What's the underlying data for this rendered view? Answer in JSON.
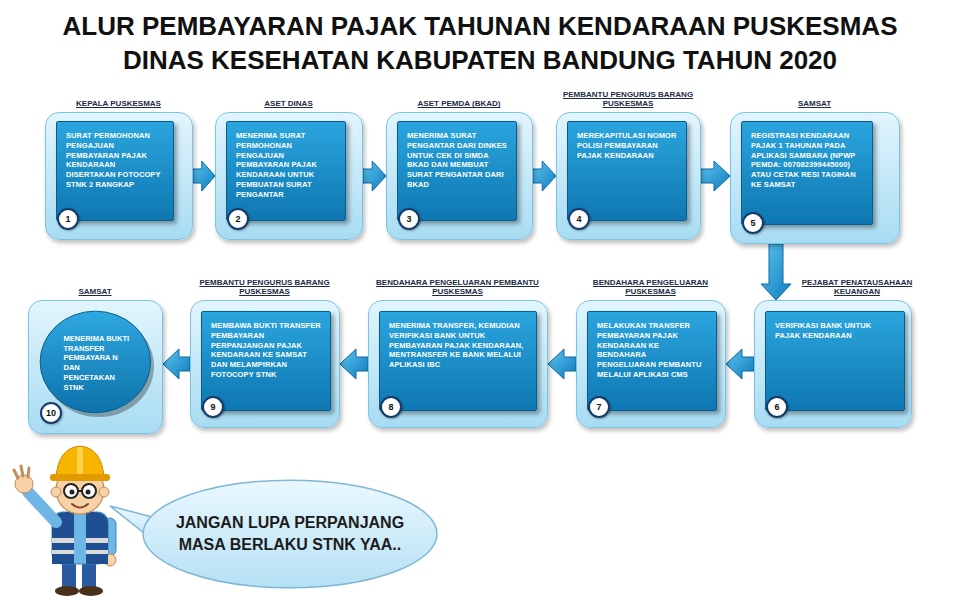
{
  "diagram": {
    "title": "ALUR PEMBAYARAN PAJAK TAHUNAN KENDARAAN PUSKESMAS DINAS KESEHATAN KABUPATEN BANDUNG TAHUN 2020",
    "nodes": [
      {
        "text": [
          "KEPALA PUSKESMAS"
        ]
      },
      {
        "text": [
          "SURAT PERMOHONAN PENGAJUAN PEMBAYARAN PAJAK KENDARAAN DISERTAKAN FOTOCOPY STNK 2 RANGKAP"
        ],
        "in": 0
      },
      {
        "text": [
          "ASET DINAS"
        ]
      },
      {
        "text": [
          "MENERIMA SURAT PERMOHONAN PENGAJUAN PEMBAYARAN PAJAK KENDARAAN UNTUK PEMBUATAN SURAT PENGANTAR"
        ],
        "in": 2
      },
      {
        "text": [
          "ASET PEMDA (BKAD)"
        ]
      },
      {
        "text": [
          "MENERIMA SURAT PENGANTAR DARI DINKES UNTUK CEK DI SIMDA BKAD DAN MEMBUAT SURAT PENGANTAR DARI BKAD"
        ],
        "in": 4
      },
      {
        "text": [
          "PEMBANTU PENGURUS BARANG PUSKESMAS"
        ]
      },
      {
        "text": [
          "MEREKAPITULASI NOMOR POLISI PEMBAYARAN PAJAK KENDARAAN"
        ],
        "in": 6
      },
      {
        "text": [
          "SAMSAT"
        ]
      },
      {
        "text": [
          "REGISTRASI KENDARAAN PAJAK 1 TAHUNAN PADA APLIKASI SAMBARA (NPWP PEMDA: 007082399445000) ATAU CETAK RESI TAGIHAN KE SAMSAT"
        ],
        "in": 8
      },
      {
        "text": [
          "PEJABAT PENATAUSAHAAN KEUANGAN"
        ]
      },
      {
        "text": [
          "VERIFIKASI BANK UNTUK PAJAK KENDARAAN"
        ],
        "in": 10
      },
      {
        "text": [
          "BENDAHARA PENGELUARAN PUSKESMAS"
        ]
      },
      {
        "text": [
          "MELAKUKAN TRANSFER PEMBAYARAN PAJAK KENDARAAN KE BENDAHARA PENGELUARAN PEMBANTU MELALUI APLIKASI CMS"
        ],
        "in": 12
      },
      {
        "text": [
          "BENDAHARA PENGELUARAN PEMBANTU PUSKESMAS"
        ]
      },
      {
        "text": [
          "MENERIMA TRANSFER, KEMUDIAN VERIFIKASI BANK UNTUK PEMBAYARAN PAJAK KENDARAAN, MENTRANSFER KE BANK MELALUI APLIKASI IBC"
        ],
        "in": 14
      },
      {
        "text": [
          "PEMBANTU PENGURUS BARANG PUSKESMAS"
        ]
      },
      {
        "text": [
          "MEMBAWA BUKTI TRANSFER PEMBAYARAN PERPANJANGAN PAJAK KENDARAAN KE SAMSAT DAN MELAMPIRKAN FOTOCOPY STNK"
        ],
        "in": 16
      },
      {
        "text": [
          "SAMSAT"
        ]
      },
      {
        "text": [
          "MENERIMA BUKTI TRANSFER PEMBAYARA N DAN PENCETAKAN STNK"
        ],
        "in": 18
      },
      {
        "text": [
          "JANGAN LUPA PERPANJANG MASA BERLAKU STNK YAA.."
        ]
      }
    ],
    "edges": [
      {
        "from": 0,
        "to": 2,
        "arrow": "to"
      },
      {
        "from": 2,
        "to": 4,
        "arrow": "to"
      },
      {
        "from": 4,
        "to": 6,
        "arrow": "to"
      },
      {
        "from": 6,
        "to": 8,
        "arrow": "to"
      },
      {
        "from": 8,
        "to": 10,
        "arrow": "to"
      },
      {
        "from": 10,
        "to": 12,
        "arrow": "to"
      },
      {
        "from": 12,
        "to": 14,
        "arrow": "to"
      },
      {
        "from": 14,
        "to": 16,
        "arrow": "to"
      },
      {
        "from": 16,
        "to": 18,
        "arrow": "to"
      }
    ],
    "labels": [
      "1",
      "2",
      "3",
      "4",
      "5",
      "6",
      "7",
      "8",
      "9",
      "10"
    ]
  }
}
